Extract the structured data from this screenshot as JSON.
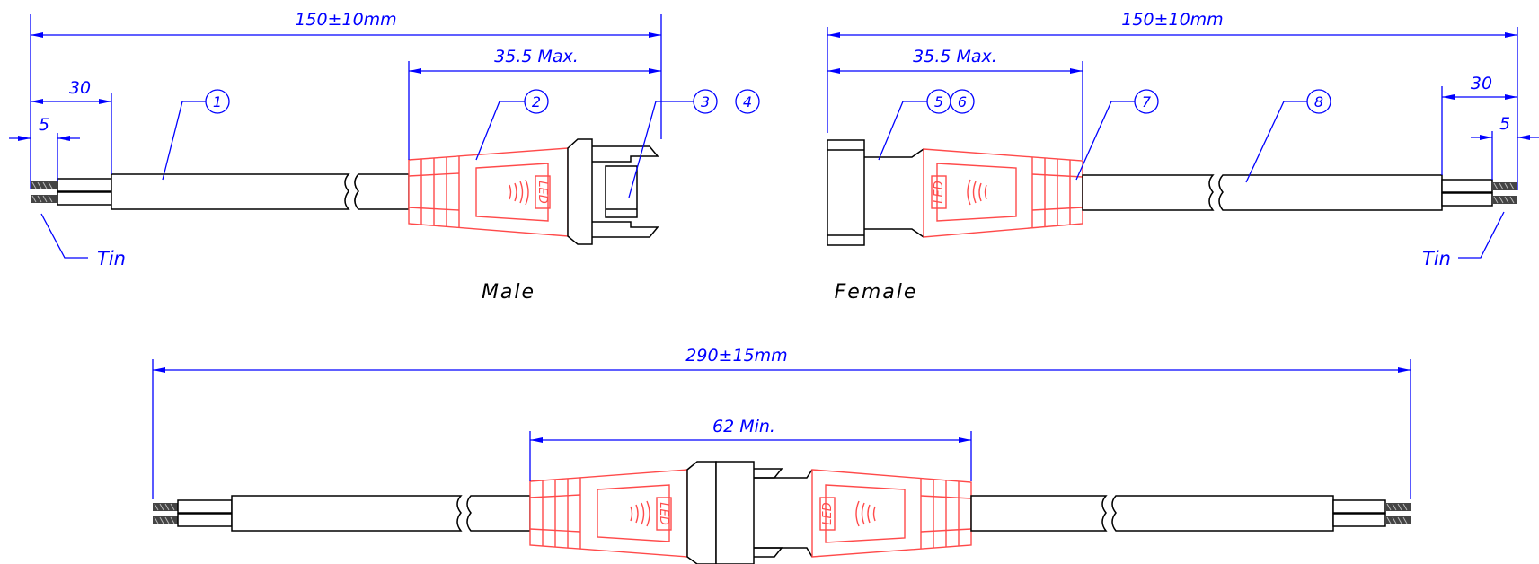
{
  "dimensions": {
    "male_total": "150±10mm",
    "male_connector_max": "35.5 Max.",
    "male_strip": "30",
    "male_tin": "5",
    "female_total": "150±10mm",
    "female_connector_max": "35.5 Max.",
    "female_strip": "30",
    "female_tin": "5",
    "assembly_total": "290±15mm",
    "assembly_mated_min": "62  Min."
  },
  "labels": {
    "male": "Male",
    "female": "Female",
    "tin_left": "Tin",
    "tin_right": "Tin",
    "led_marking": "LED"
  },
  "balloons": [
    "1",
    "2",
    "3",
    "4",
    "5",
    "6",
    "7",
    "8"
  ],
  "colors": {
    "dimension": "#0000ff",
    "connector": "#ff4a4a",
    "cable": "#000000"
  }
}
